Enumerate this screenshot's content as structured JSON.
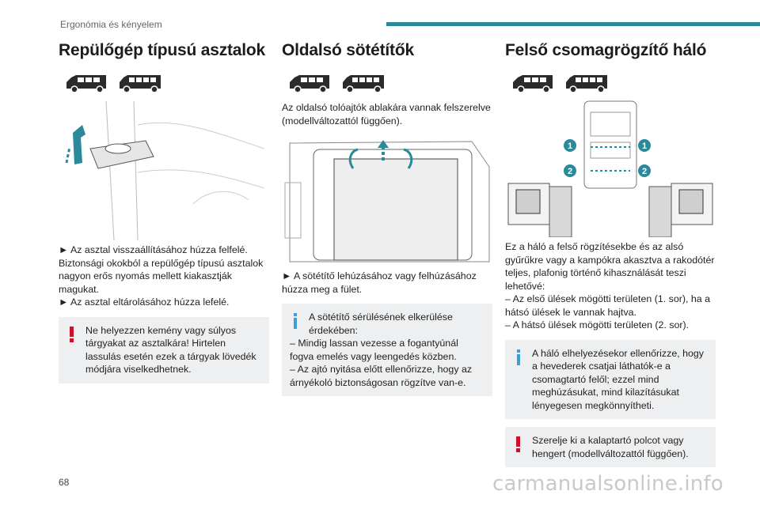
{
  "header": {
    "section": "Ergonómia és kényelem",
    "accent_color": "#2a8a99"
  },
  "col1": {
    "title": "Repülőgép típusú asztalok",
    "p1": "► Az asztal visszaállításához húzza felfelé.",
    "p2": "Biztonsági okokból a repülőgép típusú asztalok nagyon erős nyomás mellett kiakasztják magukat.",
    "p3": "► Az asztal eltárolásához húzza lefelé.",
    "warning": "Ne helyezzen kemény vagy súlyos tárgyakat az asztalkára! Hirtelen lassulás esetén ezek a tárgyak lövedék módjára viselkedhetnek."
  },
  "col2": {
    "title": "Oldalsó sötétítők",
    "intro": "Az oldalsó tolóajtók ablakára vannak felszerelve (modellváltozattól függően).",
    "p1": "► A sötétítő lehúzásához vagy felhúzásához húzza meg a fület.",
    "info_lead": "A sötétítő sérülésének elkerülése érdekében:",
    "info_1": "– Mindig lassan vezesse a fogantyúnál fogva emelés vagy leengedés közben.",
    "info_2": "– Az ajtó nyitása előtt ellenőrizze, hogy az árnyékoló biztonságosan rögzítve van-e."
  },
  "col3": {
    "title": "Felső csomagrögzítő háló",
    "p1": "Ez a háló a felső rögzítésekbe és az alsó gyűrűkre vagy a kampókra akasztva a rakodótér teljes, plafonig történő kihasználását teszi lehetővé:",
    "p2": "– Az első ülések mögötti területen (1. sor), ha a hátsó ülések le vannak hajtva.",
    "p3": "– A hátsó ülések mögötti területen (2. sor).",
    "info": "A háló elhelyezésekor ellenőrizze, hogy a hevederek csatjai láthatók-e a csomagtartó felől; ezzel mind meghúzásukat, mind kilazításukat lényegesen megkönnyítheti.",
    "warning": "Szerelje ki a kalaptartó polcot vagy hengert (modellváltozattól függően).",
    "labels": {
      "one": "1",
      "two": "2"
    }
  },
  "footer": {
    "page_number": "68",
    "watermark": "carmanualsonline.info"
  },
  "colors": {
    "warning": "#d0102a",
    "info": "#3a9ed8",
    "box_bg": "#eeeff0",
    "badge": "#2a8a99"
  }
}
